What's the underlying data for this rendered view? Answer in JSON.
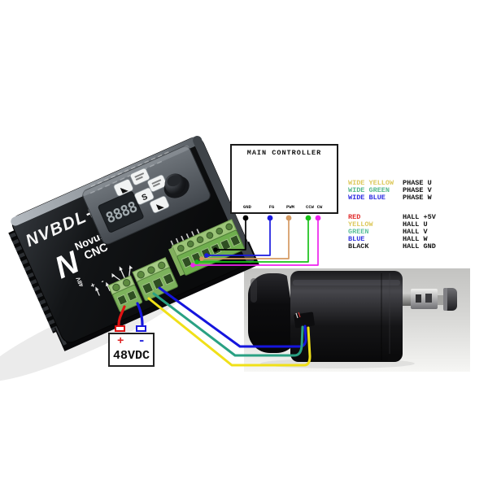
{
  "device": {
    "brand": "NVBDL+",
    "logo_letter": "N",
    "logo_name": "Novusun",
    "logo_sub": "CNC",
    "display_value": "8888",
    "button_set": "S",
    "button_up": "◣",
    "button_down": "◣",
    "marking_voltage": "48V",
    "marking_plus": "+",
    "marking_minus": "-"
  },
  "main_controller": {
    "title": "MAIN CONTROLLER",
    "terminals": [
      {
        "label": "GND",
        "color": "#000000"
      },
      {
        "label": "FG",
        "color": "#1a1ae0"
      },
      {
        "label": "PWM",
        "color": "#d59a62"
      },
      {
        "label": "CCW",
        "color": "#17c217"
      },
      {
        "label": "CW",
        "color": "#ee22ee"
      }
    ]
  },
  "legend": {
    "phase_rows": [
      {
        "wire": "WIDE YELLOW",
        "signal": "PHASE U",
        "color": "#ddc95e"
      },
      {
        "wire": "WIDE GREEN",
        "signal": "PHASE V",
        "color": "#57b98c"
      },
      {
        "wire": "WIDE BLUE",
        "signal": "PHASE W",
        "color": "#2f2fe2"
      }
    ],
    "hall_rows": [
      {
        "wire": "RED",
        "signal": "HALL +5V",
        "color": "#e23030"
      },
      {
        "wire": "YELLOW",
        "signal": "HALL U",
        "color": "#ddc95e"
      },
      {
        "wire": "GREEN",
        "signal": "HALL V",
        "color": "#5fc09c"
      },
      {
        "wire": "BLUE",
        "signal": "HALL W",
        "color": "#3535e0"
      },
      {
        "wire": "BLACK",
        "signal": "HALL GND",
        "color": "#1c1c1c"
      }
    ]
  },
  "power_supply": {
    "label": "48VDC",
    "plus": "+",
    "minus": "-"
  },
  "wire_colors": {
    "phase_u_yellow": "#f0e018",
    "phase_v_green": "#2aa183",
    "phase_w_blue": "#1515dd",
    "power_plus_red": "#e01212",
    "power_minus_blue": "#1515dd"
  }
}
